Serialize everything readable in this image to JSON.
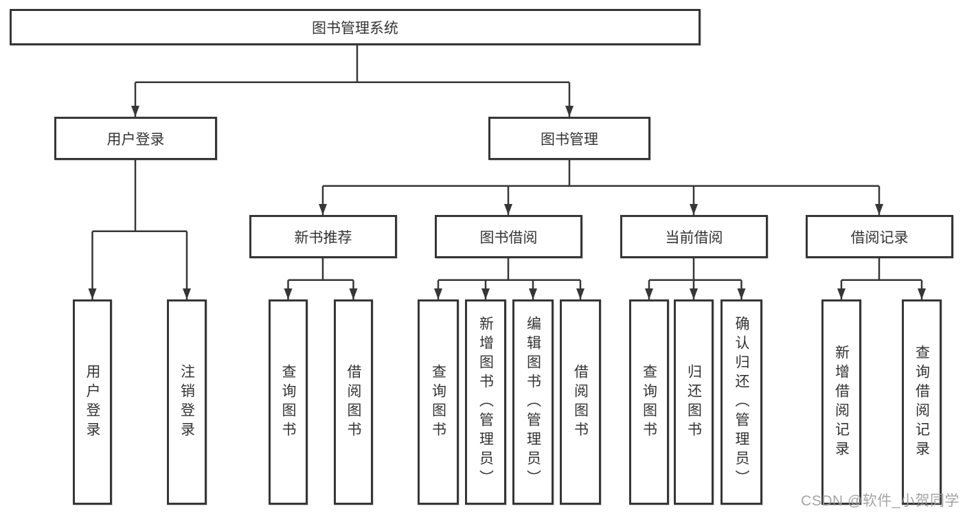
{
  "watermark": "CSDN @软件_小贺同学",
  "colors": {
    "ink": "#363636",
    "text": "#333333",
    "watermark": "#9c9c9c",
    "background": "#ffffff"
  },
  "tree": {
    "root": "图书管理系统",
    "login": {
      "label": "用户登录",
      "children": [
        {
          "label": "用户登录"
        },
        {
          "label": "注销登录"
        }
      ]
    },
    "management": {
      "label": "图书管理",
      "sections": [
        {
          "label": "新书推荐",
          "children": [
            {
              "label": "查询图书"
            },
            {
              "label": "借阅图书"
            }
          ]
        },
        {
          "label": "图书借阅",
          "children": [
            {
              "label": "查询图书"
            },
            {
              "label": "新增图书（管理员）"
            },
            {
              "label": "编辑图书（管理员）"
            },
            {
              "label": "借阅图书"
            }
          ]
        },
        {
          "label": "当前借阅",
          "children": [
            {
              "label": "查询图书"
            },
            {
              "label": "归还图书"
            },
            {
              "label": "确认归还（管理员）"
            }
          ]
        },
        {
          "label": "借阅记录",
          "children": [
            {
              "label": "新增借阅记录"
            },
            {
              "label": "查询借阅记录"
            }
          ]
        }
      ]
    }
  }
}
